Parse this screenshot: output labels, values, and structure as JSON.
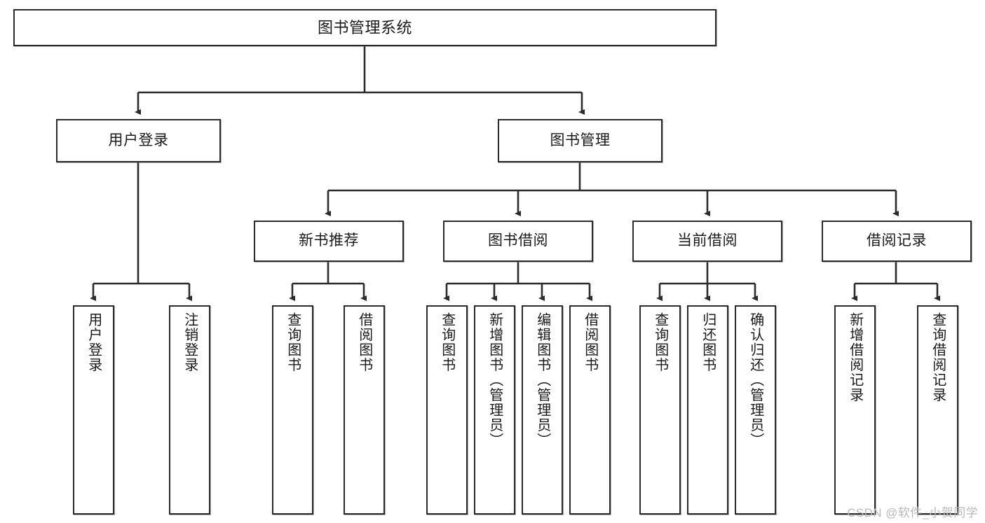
{
  "diagram": {
    "title": "图书管理系统",
    "type": "tree",
    "watermark": "CSDN @软件_小贺同学",
    "colors": {
      "node_border": "#2b2b2b",
      "node_fill": "#ffffff",
      "edge": "#2b2b2b",
      "text": "#1a1a1a",
      "watermark": "#b9b9b9"
    },
    "root": {
      "label": "图书管理系统"
    },
    "level2": [
      {
        "label": "用户登录"
      },
      {
        "label": "图书管理"
      }
    ],
    "level3": [
      {
        "label": "新书推荐"
      },
      {
        "label": "图书借阅"
      },
      {
        "label": "当前借阅"
      },
      {
        "label": "借阅记录"
      }
    ],
    "leaves": {
      "user_login": [
        {
          "label": "用户登录"
        },
        {
          "label": "注销登录"
        }
      ],
      "new_book_recommend": [
        {
          "label": "查询图书"
        },
        {
          "label": "借阅图书"
        }
      ],
      "book_borrow": [
        {
          "label": "查询图书"
        },
        {
          "label": "新增图书（管理员）"
        },
        {
          "label": "编辑图书（管理员）"
        },
        {
          "label": "借阅图书"
        }
      ],
      "current_borrow": [
        {
          "label": "查询图书"
        },
        {
          "label": "归还图书"
        },
        {
          "label": "确认归还（管理员）"
        }
      ],
      "borrow_record": [
        {
          "label": "新增借阅记录"
        },
        {
          "label": "查询借阅记录"
        }
      ]
    }
  }
}
